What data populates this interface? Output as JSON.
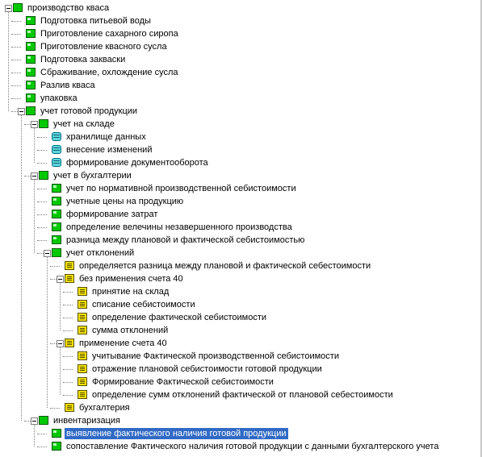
{
  "tree": {
    "items": [
      {
        "label": "производство кваса",
        "level": 0,
        "expanded": true,
        "icon": "folder",
        "icon_color": "#00c800"
      },
      {
        "label": "Подготовка  питьевой воды",
        "level": 1,
        "icon": "doc"
      },
      {
        "label": "Приготовление  сахарного  сиропа",
        "level": 1,
        "icon": "doc"
      },
      {
        "label": "Приготовление  квасного  сусла",
        "level": 1,
        "icon": "doc"
      },
      {
        "label": "Подготовка  закваски",
        "level": 1,
        "icon": "doc"
      },
      {
        "label": "Сбраживание,  охлождение  сусла",
        "level": 1,
        "icon": "doc"
      },
      {
        "label": "Разлив  кваса",
        "level": 1,
        "icon": "doc"
      },
      {
        "label": "упаковка",
        "level": 1,
        "icon": "doc"
      },
      {
        "label": "учет готовой  продукции",
        "level": 1,
        "expanded": true,
        "icon": "folder"
      },
      {
        "label": "учет на складе",
        "level": 2,
        "expanded": true,
        "icon": "folder"
      },
      {
        "label": "хранилище данных",
        "level": 3,
        "icon": "db"
      },
      {
        "label": "внесение изменений",
        "level": 3,
        "icon": "db"
      },
      {
        "label": "формирование  документооборота",
        "level": 3,
        "icon": "db"
      },
      {
        "label": "учет в бухгалтерии",
        "level": 2,
        "expanded": true,
        "icon": "folder"
      },
      {
        "label": "учет по нормативной  производственной  себистоимости",
        "level": 3,
        "icon": "doc"
      },
      {
        "label": "учетные цены на продукцию",
        "level": 3,
        "icon": "doc"
      },
      {
        "label": "формирование  затрат",
        "level": 3,
        "icon": "doc"
      },
      {
        "label": "определение велечины незавершенного производства",
        "level": 3,
        "icon": "doc"
      },
      {
        "label": "разница между плановой и  фактической  себистоимостью",
        "level": 3,
        "icon": "doc"
      },
      {
        "label": "учет отклонений",
        "level": 3,
        "expanded": true,
        "icon": "folder"
      },
      {
        "label": "определяется разница между плановой и  фактической себестоимости",
        "level": 4,
        "icon": "note"
      },
      {
        "label": "без применения счета 40",
        "level": 4,
        "expanded": true,
        "icon": "note"
      },
      {
        "label": "принятие  на склад",
        "level": 5,
        "icon": "note"
      },
      {
        "label": "списание себистоимости",
        "level": 5,
        "icon": "note"
      },
      {
        "label": "определение фактической себистоимости",
        "level": 5,
        "icon": "note"
      },
      {
        "label": "сумма отклонений",
        "level": 5,
        "icon": "note"
      },
      {
        "label": "применение счета 40",
        "level": 4,
        "expanded": true,
        "icon": "note"
      },
      {
        "label": "учитывание Фактической производственной себистоимости",
        "level": 5,
        "icon": "note"
      },
      {
        "label": "отражение плановой себистоимости готовой продукции",
        "level": 5,
        "icon": "note"
      },
      {
        "label": "Формирование Фактической  себистоимости",
        "level": 5,
        "icon": "note"
      },
      {
        "label": "определение сумм отклонений фактической от плановой себестоимости",
        "level": 5,
        "icon": "note"
      },
      {
        "label": "бухгалтерия",
        "level": 4,
        "icon": "note"
      },
      {
        "label": "инвентаризация",
        "level": 2,
        "expanded": true,
        "icon": "folder"
      },
      {
        "label": "выявление фактического наличия готовой продукции",
        "level": 3,
        "icon": "doc",
        "selected": true
      },
      {
        "label": "сопоставление Фактического наличия готовой продукции с данными бухгалтерского учета",
        "level": 3,
        "icon": "doc"
      }
    ]
  },
  "colors": {
    "selection": "#316ac5",
    "folder_icon": "#00c800",
    "db_icon": "#5fd7d7",
    "note_icon": "#f0e000"
  }
}
